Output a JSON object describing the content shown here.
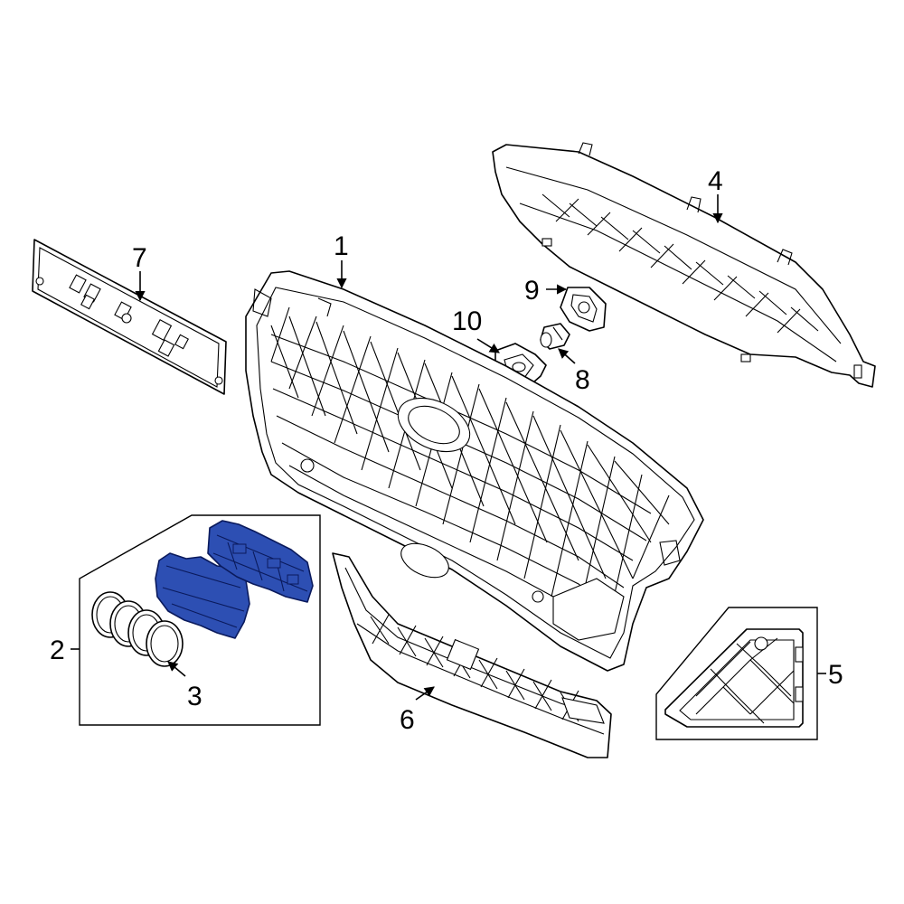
{
  "labels": {
    "p1": "1",
    "p2": "2",
    "p3": "3",
    "p4": "4",
    "p5": "5",
    "p6": "6",
    "p7": "7",
    "p8": "8",
    "p9": "9",
    "p10": "10"
  },
  "colors": {
    "highlight_fill": "#2d4fb3",
    "highlight_stroke": "#0a1a5c",
    "line": "#000000",
    "background": "#ffffff"
  }
}
